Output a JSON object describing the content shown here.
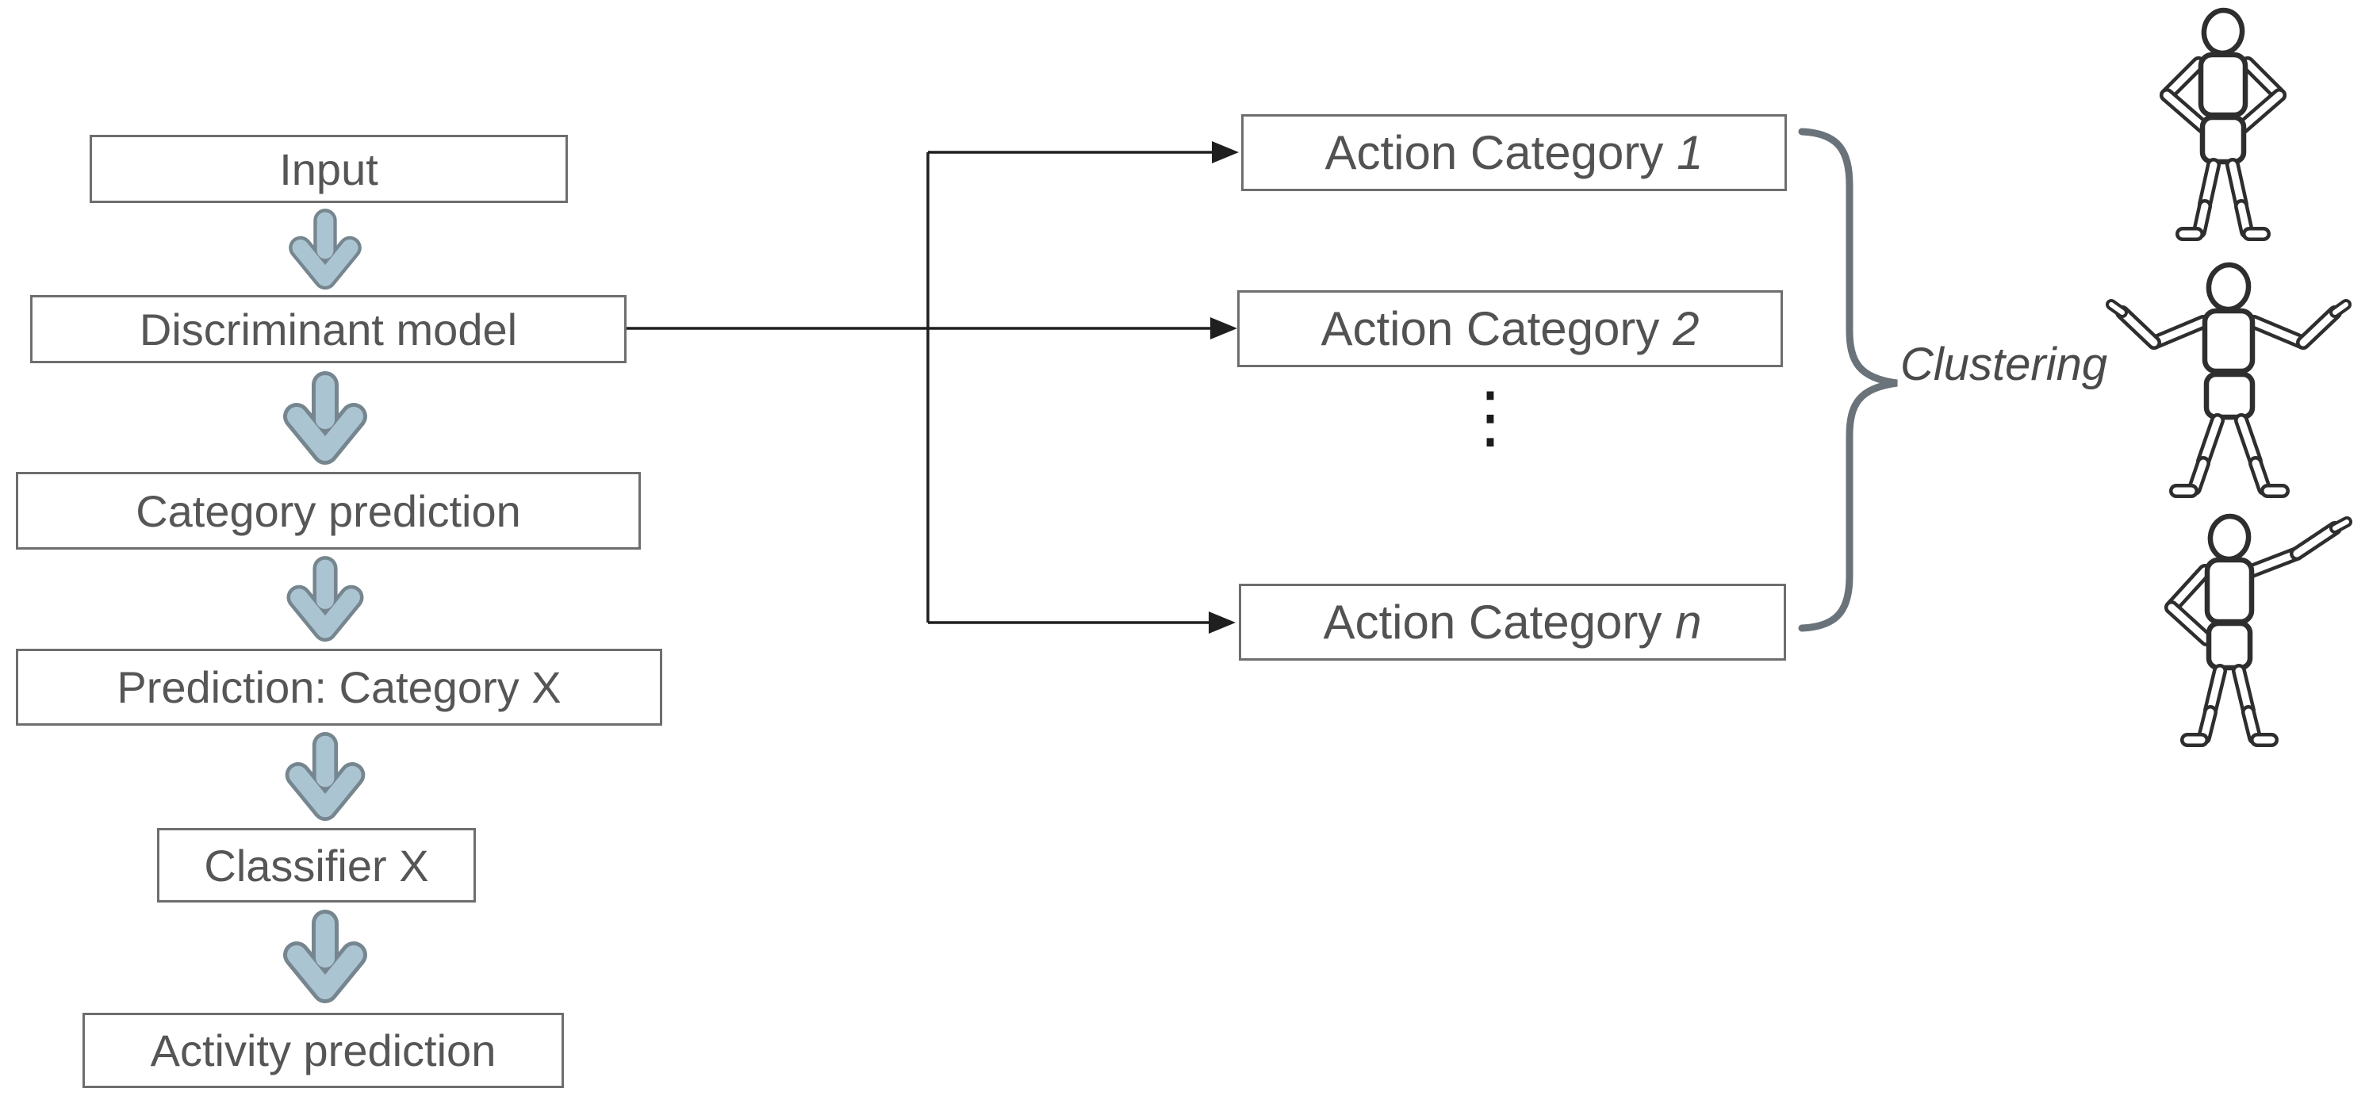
{
  "flow": {
    "boxes": [
      {
        "label": "Input"
      },
      {
        "label": "Discriminant model"
      },
      {
        "label": "Category prediction"
      },
      {
        "label": "Prediction: Category X"
      },
      {
        "label": "Classifier X"
      },
      {
        "label": "Activity prediction"
      }
    ]
  },
  "action_categories": [
    {
      "label": "Action Category",
      "index": "1"
    },
    {
      "label": "Action Category",
      "index": "2"
    },
    {
      "label": "Action Category",
      "index": "n"
    }
  ],
  "ellipsis_glyph": "⋮",
  "clustering_label": "Clustering",
  "icons": {
    "flow_arrow": "down-arrow-icon",
    "figure_1": "mannequin-hands-on-hips",
    "figure_2": "mannequin-arms-spread",
    "figure_3": "mannequin-one-arm-raised"
  },
  "colors": {
    "background": "#ffffff",
    "box_border": "#6e6e6e",
    "box_text": "#565656",
    "flow_arrow_fill": "#abc4d2",
    "flow_arrow_outline": "#76868f",
    "connector": "#1f1f1f",
    "brace": "#6b737a",
    "clustering_text": "#4a4a4a",
    "figure_outline": "#2e2e2e"
  }
}
